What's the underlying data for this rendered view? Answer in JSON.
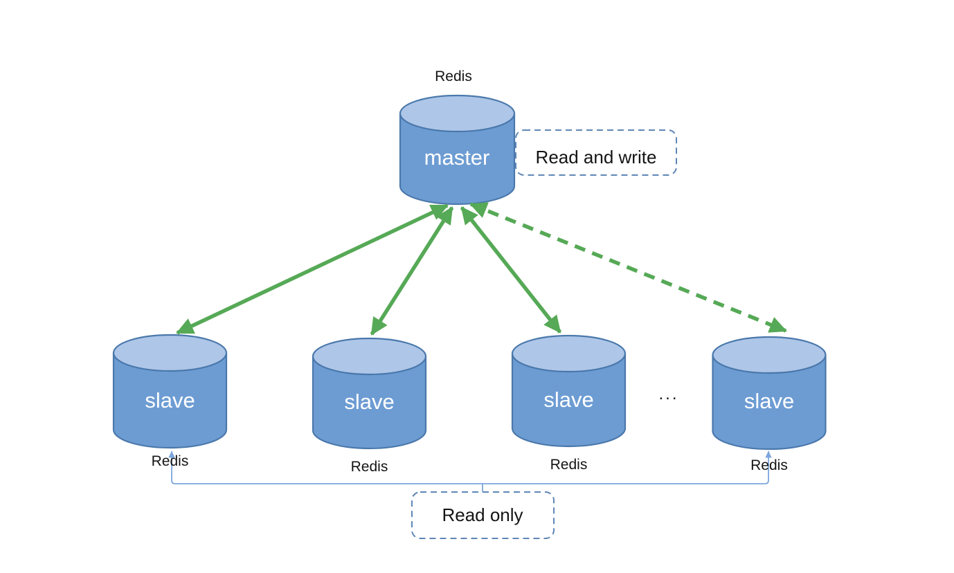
{
  "colors": {
    "cylinder-fill": "#6d9cd3",
    "cylinder-top-fill": "#aec6e8",
    "cylinder-stroke": "#4a78ab",
    "arrow-green": "#56a956",
    "connector-blue": "#7ca6dc",
    "dashed-border": "#5e86b5",
    "text-dark": "#141414",
    "text-light": "#ffffff"
  },
  "master": {
    "caption": "Redis",
    "label": "master",
    "annotation": "Read and write"
  },
  "slaves": [
    {
      "label": "slave",
      "caption": "Redis"
    },
    {
      "label": "slave",
      "caption": "Redis"
    },
    {
      "label": "slave",
      "caption": "Redis"
    },
    {
      "label": "slave",
      "caption": "Redis"
    }
  ],
  "ellipsis": "...",
  "read_only_annotation": "Read only"
}
